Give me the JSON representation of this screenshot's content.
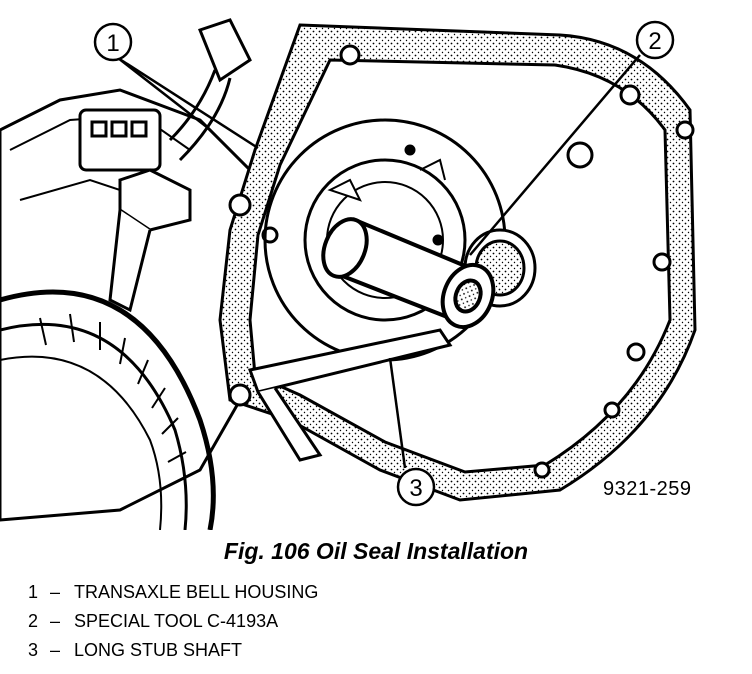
{
  "callouts": [
    {
      "number": "1"
    },
    {
      "number": "2"
    },
    {
      "number": "3"
    }
  ],
  "figure_code": "9321-259",
  "caption": "Fig. 106 Oil Seal Installation",
  "legend": [
    {
      "number": "1",
      "dash": "–",
      "label": "TRANSAXLE BELL HOUSING"
    },
    {
      "number": "2",
      "dash": "–",
      "label": "SPECIAL TOOL C-4193A"
    },
    {
      "number": "3",
      "dash": "–",
      "label": "LONG STUB SHAFT"
    }
  ]
}
